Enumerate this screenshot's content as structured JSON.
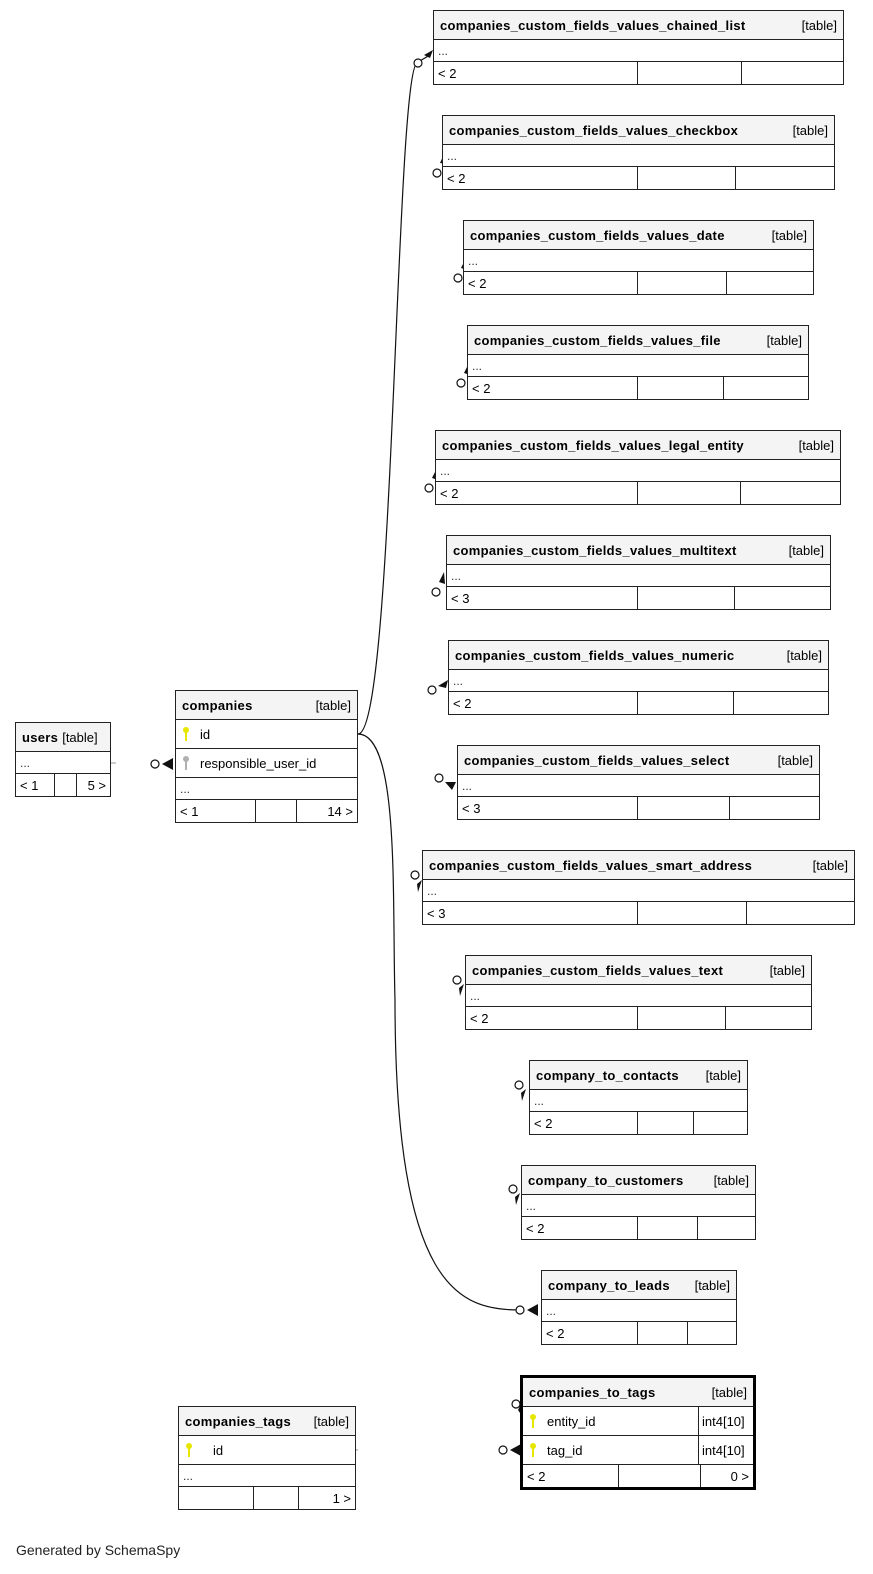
{
  "diagram": {
    "footer": "Generated by SchemaSpy",
    "ellipsis": "...",
    "tables": {
      "users": {
        "name": "users",
        "kind": "[table]",
        "parents": "< 1",
        "children": "5 >"
      },
      "companies": {
        "name": "companies",
        "kind": "[table]",
        "columns": [
          {
            "name": "id",
            "key": "primary"
          },
          {
            "name": "responsible_user_id",
            "key": "foreign"
          }
        ],
        "parents": "< 1",
        "children": "14 >"
      },
      "cfv_chained_list": {
        "name": "companies_custom_fields_values_chained_list",
        "kind": "[table]",
        "parents": "< 2"
      },
      "cfv_checkbox": {
        "name": "companies_custom_fields_values_checkbox",
        "kind": "[table]",
        "parents": "< 2"
      },
      "cfv_date": {
        "name": "companies_custom_fields_values_date",
        "kind": "[table]",
        "parents": "< 2"
      },
      "cfv_file": {
        "name": "companies_custom_fields_values_file",
        "kind": "[table]",
        "parents": "< 2"
      },
      "cfv_legal_entity": {
        "name": "companies_custom_fields_values_legal_entity",
        "kind": "[table]",
        "parents": "< 2"
      },
      "cfv_multitext": {
        "name": "companies_custom_fields_values_multitext",
        "kind": "[table]",
        "parents": "< 3"
      },
      "cfv_numeric": {
        "name": "companies_custom_fields_values_numeric",
        "kind": "[table]",
        "parents": "< 2"
      },
      "cfv_select": {
        "name": "companies_custom_fields_values_select",
        "kind": "[table]",
        "parents": "< 3"
      },
      "cfv_smart_address": {
        "name": "companies_custom_fields_values_smart_address",
        "kind": "[table]",
        "parents": "< 3"
      },
      "cfv_text": {
        "name": "companies_custom_fields_values_text",
        "kind": "[table]",
        "parents": "< 2"
      },
      "company_to_contacts": {
        "name": "company_to_contacts",
        "kind": "[table]",
        "parents": "< 2"
      },
      "company_to_customers": {
        "name": "company_to_customers",
        "kind": "[table]",
        "parents": "< 2"
      },
      "company_to_leads": {
        "name": "company_to_leads",
        "kind": "[table]",
        "parents": "< 2"
      },
      "companies_tags": {
        "name": "companies_tags",
        "kind": "[table]",
        "columns": [
          {
            "name": "id",
            "key": "primary"
          }
        ],
        "parents": "",
        "children": "1 >"
      },
      "companies_to_tags": {
        "name": "companies_to_tags",
        "kind": "[table]",
        "columns": [
          {
            "name": "entity_id",
            "key": "primary",
            "type": "int4[10]"
          },
          {
            "name": "tag_id",
            "key": "primary",
            "type": "int4[10]"
          }
        ],
        "parents": "< 2",
        "children": "0 >"
      }
    }
  }
}
